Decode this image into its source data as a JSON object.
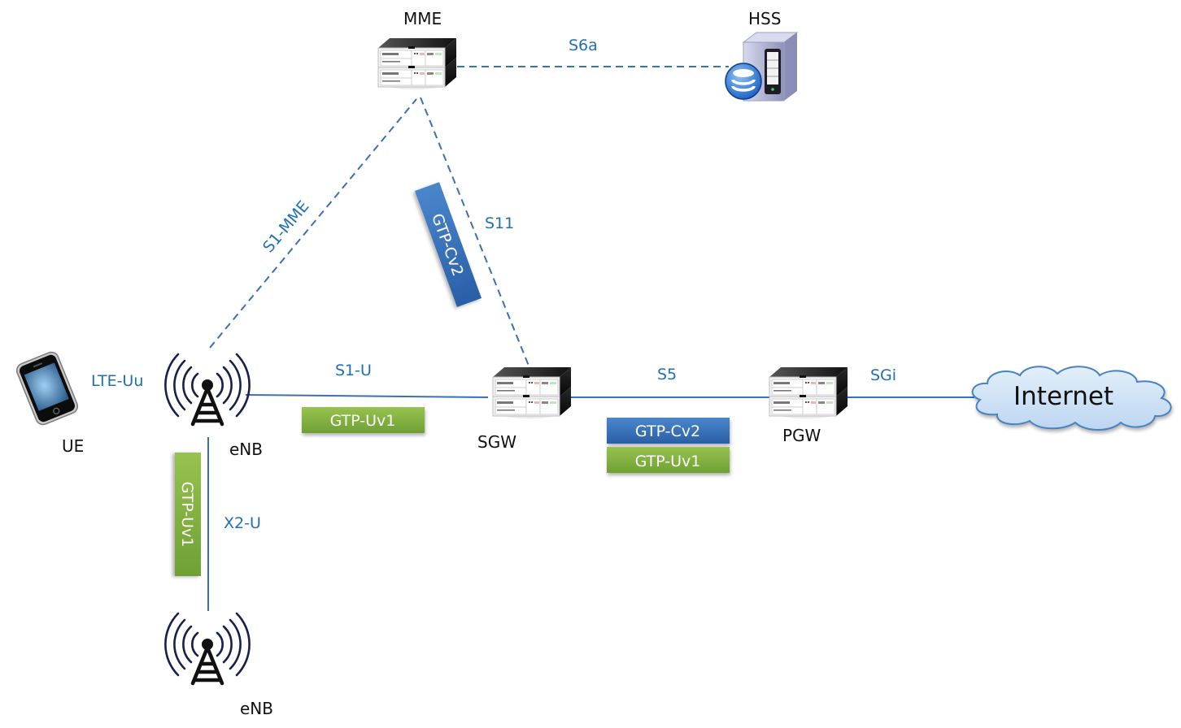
{
  "diagram": {
    "title": "LTE EPC network architecture",
    "colors": {
      "link": "#3b6fb6",
      "link_label": "#1f6fb5",
      "gtp_c_badge": "#2f6db4",
      "gtp_u_badge": "#7fb040",
      "cloud_fill": "#cfe3f7",
      "cloud_stroke": "#4a82c0"
    },
    "nodes": {
      "ue": {
        "label": "UE",
        "icon": "smartphone-icon"
      },
      "enb_1": {
        "label": "eNB",
        "icon": "cell-tower-icon"
      },
      "enb_2": {
        "label": "eNB",
        "icon": "cell-tower-icon"
      },
      "mme": {
        "label": "MME",
        "icon": "server-rack-icon"
      },
      "hss": {
        "label": "HSS",
        "icon": "database-server-icon"
      },
      "sgw": {
        "label": "SGW",
        "icon": "server-rack-icon"
      },
      "pgw": {
        "label": "PGW",
        "icon": "server-rack-icon"
      },
      "internet": {
        "label": "Internet",
        "icon": "cloud-icon"
      }
    },
    "links": {
      "lte_uu": {
        "label": "LTE-Uu",
        "from": "UE",
        "to": "eNB",
        "style": "none"
      },
      "s1_mme": {
        "label": "S1-MME",
        "from": "eNB",
        "to": "MME",
        "style": "dashed"
      },
      "s6a": {
        "label": "S6a",
        "from": "MME",
        "to": "HSS",
        "style": "dashed"
      },
      "s11": {
        "label": "S11",
        "from": "MME",
        "to": "SGW",
        "style": "dashed"
      },
      "s1_u": {
        "label": "S1-U",
        "from": "eNB",
        "to": "SGW",
        "style": "solid"
      },
      "s5": {
        "label": "S5",
        "from": "SGW",
        "to": "PGW",
        "style": "solid"
      },
      "sgi": {
        "label": "SGi",
        "from": "PGW",
        "to": "Internet",
        "style": "solid"
      },
      "x2_u": {
        "label": "X2-U",
        "from": "eNB",
        "to": "eNB",
        "style": "solid"
      }
    },
    "protocols": {
      "s11_gtp": {
        "label": "GTP-Cv2",
        "type": "control"
      },
      "s1u_gtp": {
        "label": "GTP-Uv1",
        "type": "user"
      },
      "s5_gtp_c": {
        "label": "GTP-Cv2",
        "type": "control"
      },
      "s5_gtp_u": {
        "label": "GTP-Uv1",
        "type": "user"
      },
      "x2u_gtp": {
        "label": "GTP-Uv1",
        "type": "user"
      }
    }
  }
}
